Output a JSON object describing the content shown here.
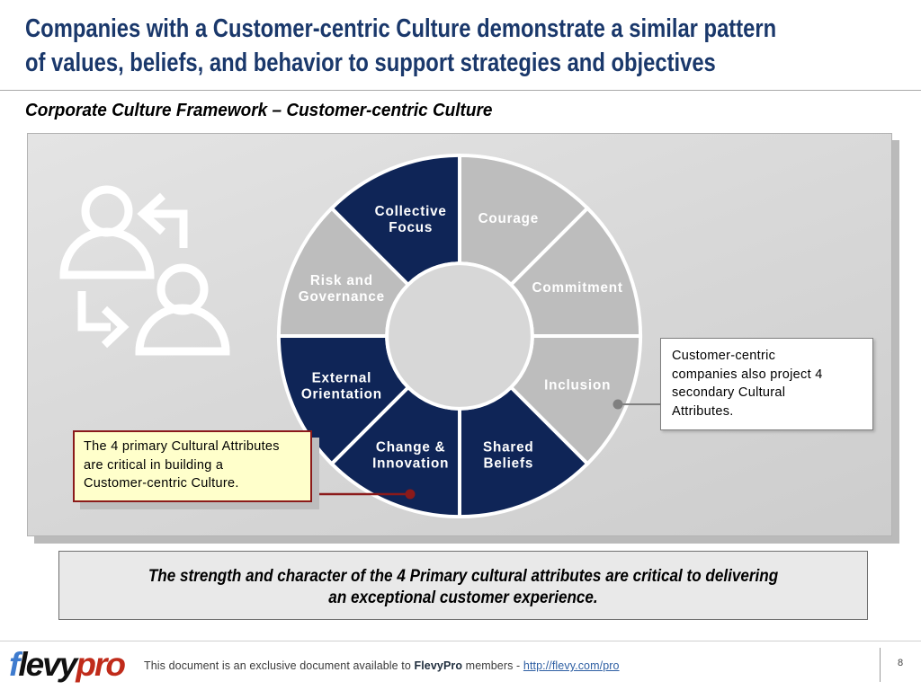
{
  "slide": {
    "title_line1": "Companies with a Customer-centric Culture demonstrate a similar pattern",
    "title_line2": "of values, beliefs, and behavior to support strategies and objectives",
    "subtitle": "Corporate Culture Framework – Customer-centric Culture"
  },
  "colors": {
    "title_navy": "#1A386B",
    "primary_segment": "#0F2557",
    "secondary_segment": "#BDBDBD",
    "wheel_hole": "#D7D7D7",
    "wheel_stroke": "#FFFFFF",
    "accent_red": "#8B1A1A",
    "connector_gray": "#808080",
    "link_blue": "#2E5FA3",
    "logo_blue": "#3E7BCE",
    "logo_red": "#C02B1A"
  },
  "chart_data": {
    "type": "pie",
    "title": "Corporate Culture Framework wheel",
    "note": "8 equal 45-degree ring segments; 4 primary (navy) and 4 secondary (gray) cultural attributes",
    "categories": [
      "Courage",
      "Commitment",
      "Inclusion",
      "Shared Beliefs",
      "Change & Innovation",
      "External Orientation",
      "Risk and Governance",
      "Collective Focus"
    ],
    "values": [
      1,
      1,
      1,
      1,
      1,
      1,
      1,
      1
    ]
  },
  "wheel": {
    "segments": [
      {
        "label": "Courage",
        "lines": [
          "Courage"
        ],
        "type": "secondary"
      },
      {
        "label": "Commitment",
        "lines": [
          "Commitment"
        ],
        "type": "secondary"
      },
      {
        "label": "Inclusion",
        "lines": [
          "Inclusion"
        ],
        "type": "secondary"
      },
      {
        "label": "Shared Beliefs",
        "lines": [
          "Shared",
          "Beliefs"
        ],
        "type": "primary"
      },
      {
        "label": "Change & Innovation",
        "lines": [
          "Change &",
          "Innovation"
        ],
        "type": "primary"
      },
      {
        "label": "External Orientation",
        "lines": [
          "External",
          "Orientation"
        ],
        "type": "primary"
      },
      {
        "label": "Risk and Governance",
        "lines": [
          "Risk and",
          "Governance"
        ],
        "type": "secondary"
      },
      {
        "label": "Collective Focus",
        "lines": [
          "Collective",
          "Focus"
        ],
        "type": "primary"
      }
    ]
  },
  "callouts": {
    "primary_note": "The 4 primary Cultural Attributes\nare critical in building a\nCustomer-centric Culture.",
    "secondary_note": "Customer-centric\ncompanies also project 4\nsecondary Cultural\nAttributes."
  },
  "takeaway": {
    "line1": "The strength and character of the 4 Primary cultural attributes are critical to delivering",
    "line2": "an exceptional customer experience."
  },
  "footer": {
    "logo_f": "f",
    "logo_levy": "levy",
    "logo_pro": "pro",
    "text_prefix": "This document is an exclusive document available to ",
    "brand": "FlevyPro",
    "text_middle": " members - ",
    "link": "http://flevy.com/pro",
    "page_number": "8"
  }
}
